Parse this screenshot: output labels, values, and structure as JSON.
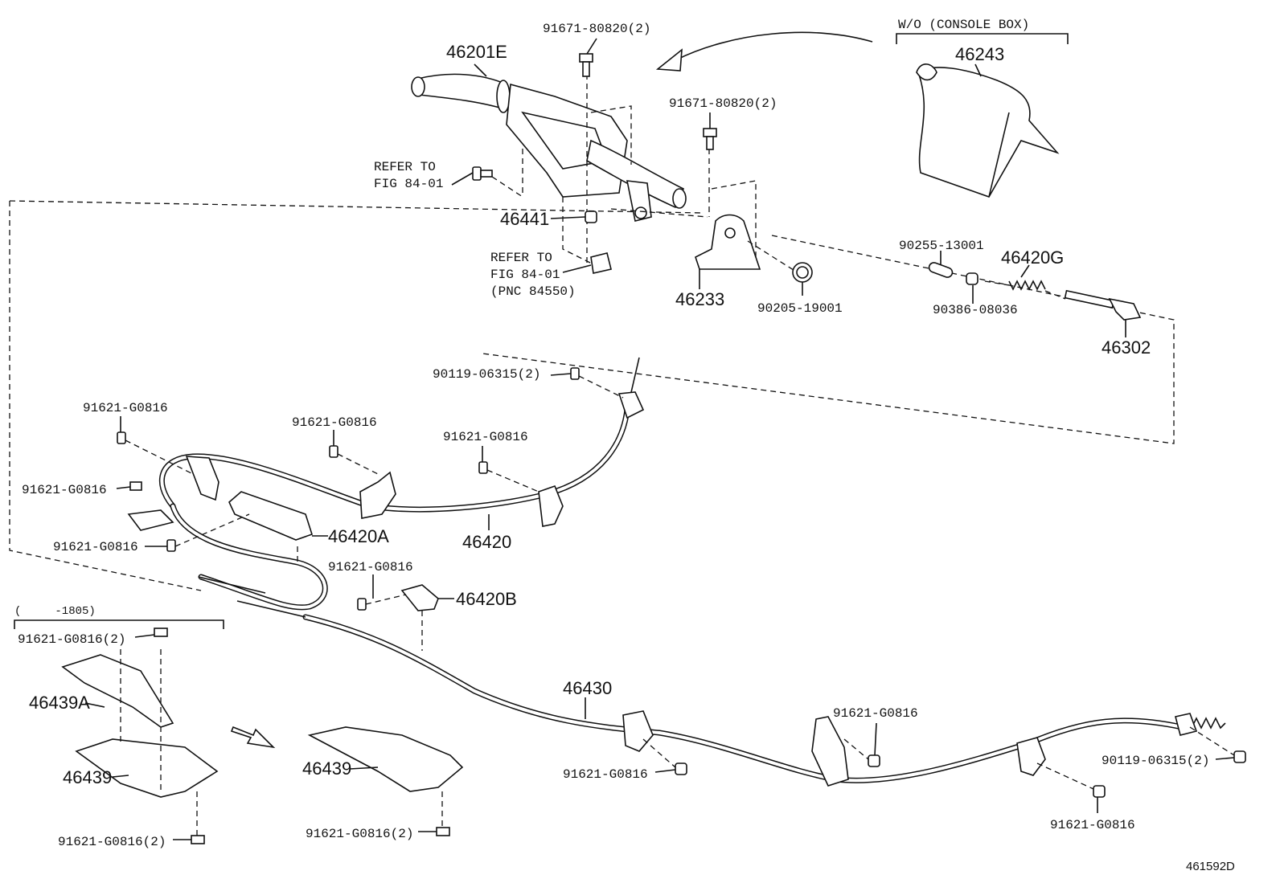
{
  "diagram": {
    "figure_code": "461592D",
    "section_header": "W/O (CONSOLE BOX)",
    "date_range_header": "(     -1805)",
    "labels": {
      "p46201e": "46201E",
      "b9167180820_top": "91671-80820(2)",
      "b9167180820_mid": "91671-80820(2)",
      "p46243": "46243",
      "refer1_line1": "REFER TO",
      "refer1_line2": "FIG 84-01",
      "p46441": "46441",
      "refer2_line1": "REFER TO",
      "refer2_line2": "FIG 84-01",
      "refer2_line3": "(PNC 84550)",
      "p46233": "46233",
      "p9020519001": "90205-19001",
      "p9025513001": "90255-13001",
      "p46420g": "46420G",
      "p9038608036": "90386-08036",
      "p46302": "46302",
      "b9011906315_top": "90119-06315(2)",
      "b91621_a": "91621-G0816",
      "b91621_b": "91621-G0816",
      "b91621_c": "91621-G0816",
      "b91621_d": "91621-G0816",
      "b91621_e": "91621-G0816",
      "p46420a": "46420A",
      "p46420": "46420",
      "b91621_f": "91621-G0816",
      "p46420b": "46420B",
      "b91621_2_top": "91621-G0816(2)",
      "p46439a": "46439A",
      "p46439_left": "46439",
      "b91621_2_bl": "91621-G0816(2)",
      "p46439_mid": "46439",
      "b91621_2_bm": "91621-G0816(2)",
      "p46430": "46430",
      "b91621_g": "91621-G0816",
      "b91621_h": "91621-G0816",
      "b9011906315_right": "90119-06315(2)",
      "b91621_i": "91621-G0816"
    }
  }
}
